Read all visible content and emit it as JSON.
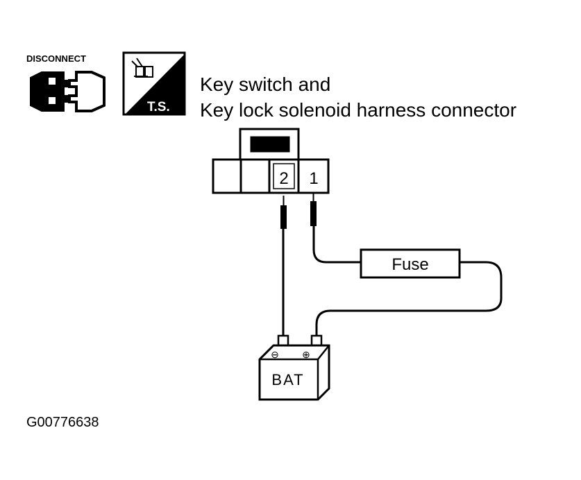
{
  "icons": {
    "disconnect_label": "DISCONNECT",
    "ts_label": "T.S."
  },
  "title": {
    "line1": "Key switch and",
    "line2": "Key lock solenoid harness connector"
  },
  "connector": {
    "pin_2": "2",
    "pin_1": "1"
  },
  "fuse_label": "Fuse",
  "battery": {
    "label": "BAT",
    "terminal_left_symbol": "⊖",
    "terminal_right_symbol": "⊕"
  },
  "figure_id": "G00776638",
  "colors": {
    "line": "#000000",
    "background": "#ffffff"
  }
}
